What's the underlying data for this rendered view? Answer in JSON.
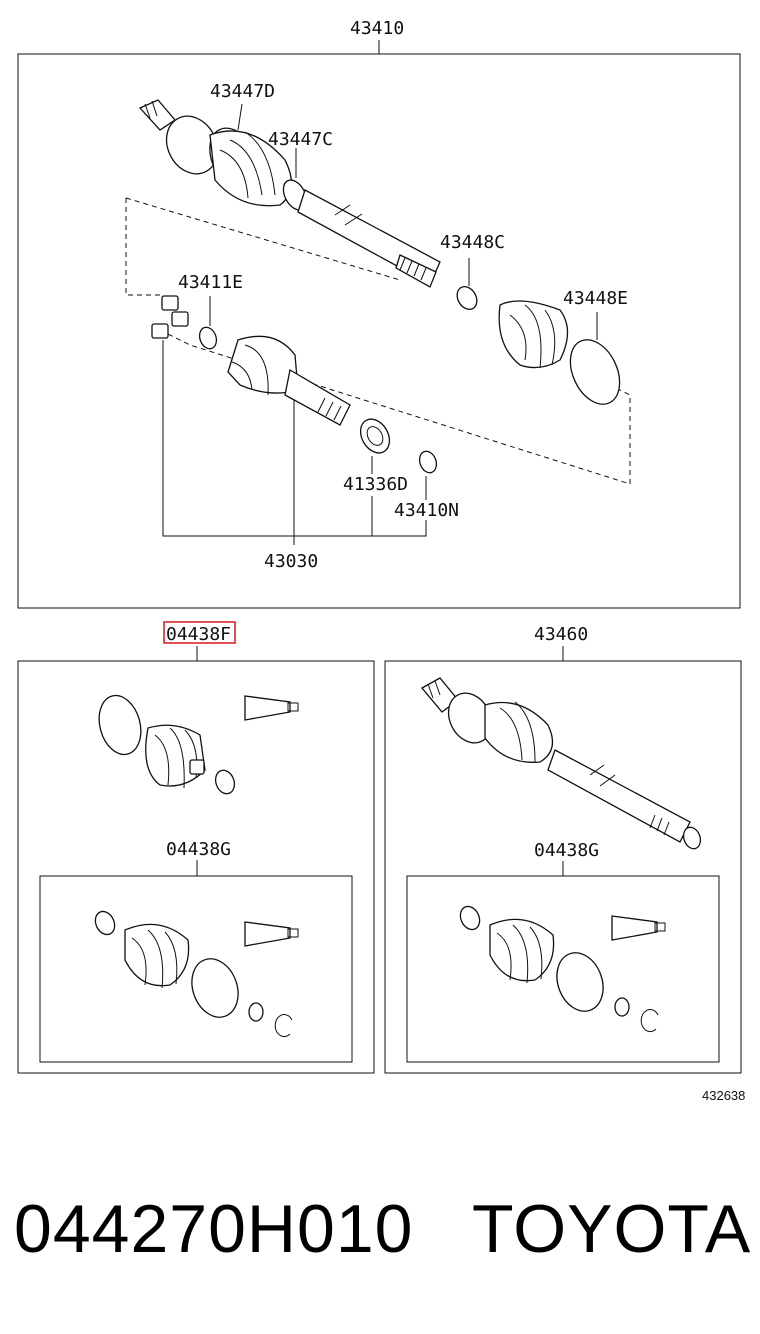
{
  "labels": {
    "top_assembly": "43410",
    "outer_boot_clamp_large": "43447D",
    "outer_boot_clamp_small": "43447C",
    "inner_boot_clamp_small": "43448C",
    "inner_boot_clamp_large": "43448E",
    "tripod_snap_ring": "43411E",
    "dust_seal": "41336D",
    "snap_ring": "43410N",
    "inner_joint": "43030",
    "boot_kit_highlighted": "04438F",
    "assembly_right": "43460",
    "boot_kit_left_inner": "04438G",
    "boot_kit_right_inner": "04438G",
    "diagram_ref": "432638"
  },
  "footer": {
    "part_number": "044270H010",
    "brand": "TOYOTA"
  },
  "colors": {
    "highlight": "#d9262b",
    "line": "#111111"
  }
}
